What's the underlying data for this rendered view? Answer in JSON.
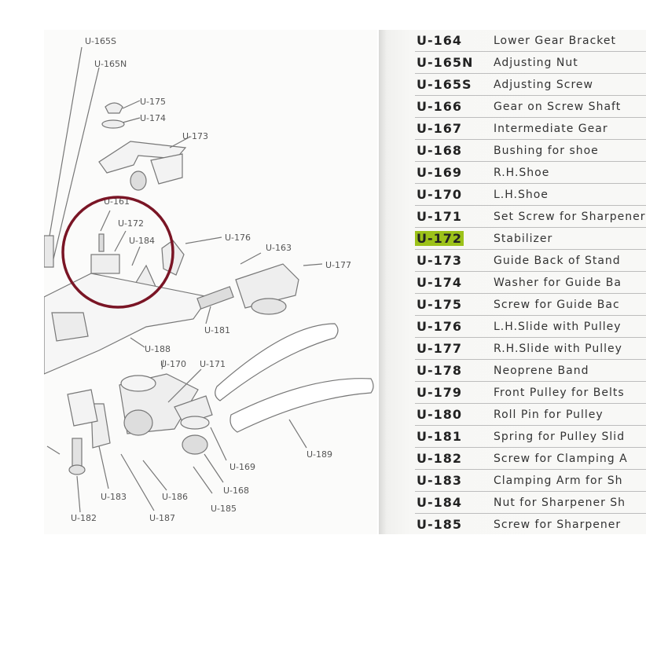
{
  "diagram": {
    "callouts": [
      {
        "id": "u165s",
        "text": "U-165S"
      },
      {
        "id": "u165n",
        "text": "U-165N"
      },
      {
        "id": "u175",
        "text": "U-175"
      },
      {
        "id": "u174",
        "text": "U-174"
      },
      {
        "id": "u173",
        "text": "U-173"
      },
      {
        "id": "u161",
        "text": "U-161"
      },
      {
        "id": "u172",
        "text": "U-172"
      },
      {
        "id": "u184",
        "text": "U-184"
      },
      {
        "id": "u176",
        "text": "U-176"
      },
      {
        "id": "u163",
        "text": "U-163"
      },
      {
        "id": "u177",
        "text": "U-177"
      },
      {
        "id": "u181",
        "text": "U-181"
      },
      {
        "id": "u188",
        "text": "U-188"
      },
      {
        "id": "u170",
        "text": "U-170"
      },
      {
        "id": "u171",
        "text": "U-171"
      },
      {
        "id": "u169",
        "text": "U-169"
      },
      {
        "id": "u189",
        "text": "U-189"
      },
      {
        "id": "u168",
        "text": "U-168"
      },
      {
        "id": "u183",
        "text": "U-183"
      },
      {
        "id": "u186",
        "text": "U-186"
      },
      {
        "id": "u185",
        "text": "U-185"
      },
      {
        "id": "u182",
        "text": "U-182"
      },
      {
        "id": "u187",
        "text": "U-187"
      }
    ],
    "highlight_circle_color": "#7a1525"
  },
  "parts": [
    {
      "code": "U-164",
      "description": "Lower Gear Bracket"
    },
    {
      "code": "U-165N",
      "description": "Adjusting Nut"
    },
    {
      "code": "U-165S",
      "description": "Adjusting Screw"
    },
    {
      "code": "U-166",
      "description": "Gear on Screw Shaft"
    },
    {
      "code": "U-167",
      "description": "Intermediate Gear"
    },
    {
      "code": "U-168",
      "description": "Bushing for shoe"
    },
    {
      "code": "U-169",
      "description": "R.H.Shoe"
    },
    {
      "code": "U-170",
      "description": "L.H.Shoe"
    },
    {
      "code": "U-171",
      "description": "Set Screw for Sharpener"
    },
    {
      "code": "U-172",
      "description": "Stabilizer",
      "highlighted": true
    },
    {
      "code": "U-173",
      "description": "Guide Back of Stand"
    },
    {
      "code": "U-174",
      "description": "Washer for Guide Ba"
    },
    {
      "code": "U-175",
      "description": "Screw for Guide Bac"
    },
    {
      "code": "U-176",
      "description": "L.H.Slide with Pulley"
    },
    {
      "code": "U-177",
      "description": "R.H.Slide with Pulley"
    },
    {
      "code": "U-178",
      "description": "Neoprene Band"
    },
    {
      "code": "U-179",
      "description": "Front Pulley for Belts"
    },
    {
      "code": "U-180",
      "description": "Roll Pin for Pulley"
    },
    {
      "code": "U-181",
      "description": "Spring for Pulley Slid"
    },
    {
      "code": "U-182",
      "description": "Screw for Clamping A"
    },
    {
      "code": "U-183",
      "description": "Clamping Arm for Sh"
    },
    {
      "code": "U-184",
      "description": "Nut for Sharpener Sh"
    },
    {
      "code": "U-185",
      "description": "Screw for Sharpener"
    }
  ],
  "highlight_color": "#9cc21a"
}
